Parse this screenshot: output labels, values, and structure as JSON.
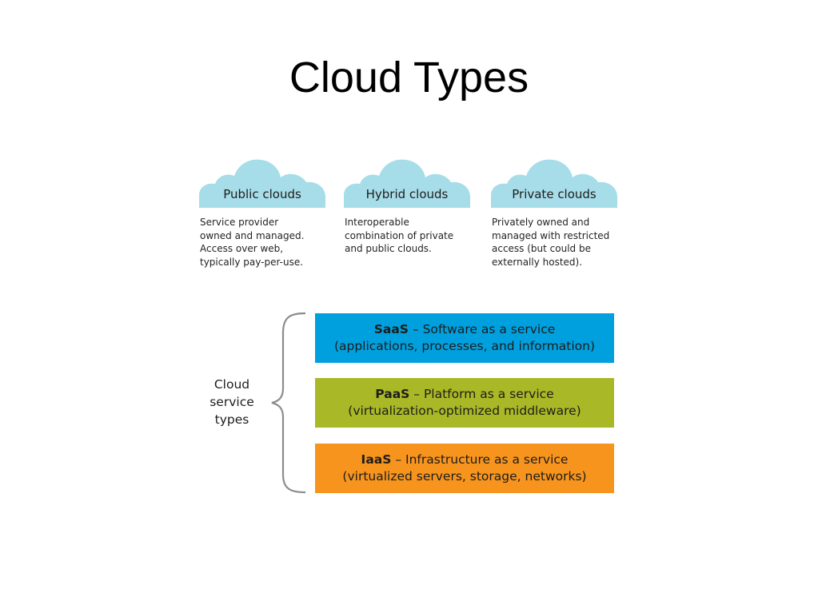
{
  "title": "Cloud Types",
  "colors": {
    "cloud": "#a6dde9",
    "saas": "#00a0df",
    "paas": "#a9b826",
    "iaas": "#f7941d",
    "brace": "#8c8c8c"
  },
  "cloud_types": [
    {
      "label": "Public clouds",
      "description": [
        "Service provider",
        "owned and managed.",
        "Access over web,",
        "typically pay-per-use."
      ]
    },
    {
      "label": "Hybrid clouds",
      "description": [
        "Interoperable",
        "combination of private",
        "and public clouds."
      ]
    },
    {
      "label": "Private clouds",
      "description": [
        "Privately owned and",
        "managed with restricted",
        "access (but could be",
        "externally hosted)."
      ]
    }
  ],
  "service_label": [
    "Cloud",
    "service",
    "types"
  ],
  "services": [
    {
      "abbr": "SaaS",
      "dash": " – ",
      "name": "Software as a service",
      "detail": "(applications, processes, and information)"
    },
    {
      "abbr": "PaaS",
      "dash": " – ",
      "name": "Platform as a service",
      "detail": "(virtualization-optimized middleware)"
    },
    {
      "abbr": "IaaS",
      "dash": " – ",
      "name": "Infrastructure as a service",
      "detail": "(virtualized servers, storage, networks)"
    }
  ]
}
